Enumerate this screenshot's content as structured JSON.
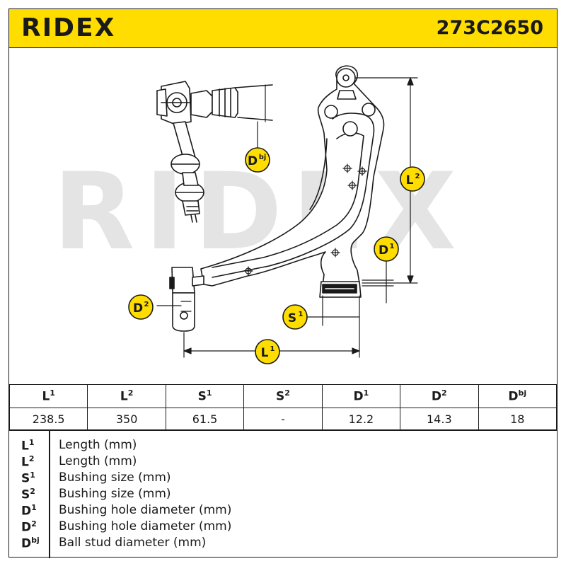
{
  "header": {
    "brand": "RIDEX",
    "part_number": "273C2650"
  },
  "watermark": "RIDEX",
  "diagram": {
    "badges": {
      "dbj": {
        "base": "D",
        "sup": "bj"
      },
      "l2": {
        "base": "L",
        "sup": "2"
      },
      "d1": {
        "base": "D",
        "sup": "1"
      },
      "d2": {
        "base": "D",
        "sup": "2"
      },
      "s1": {
        "base": "S",
        "sup": "1"
      },
      "l1": {
        "base": "L",
        "sup": "1"
      }
    },
    "colors": {
      "badge_fill": "#ffdd00",
      "badge_stroke": "#1a1a1a",
      "line": "#1a1a1a"
    }
  },
  "table": {
    "headers": [
      {
        "base": "L",
        "sup": "1"
      },
      {
        "base": "L",
        "sup": "2"
      },
      {
        "base": "S",
        "sup": "1"
      },
      {
        "base": "S",
        "sup": "2"
      },
      {
        "base": "D",
        "sup": "1"
      },
      {
        "base": "D",
        "sup": "2"
      },
      {
        "base": "D",
        "sup": "bj"
      }
    ],
    "values": [
      "238.5",
      "350",
      "61.5",
      "-",
      "12.2",
      "14.3",
      "18"
    ]
  },
  "legend": [
    {
      "base": "L",
      "sup": "1",
      "desc": "Length (mm)"
    },
    {
      "base": "L",
      "sup": "2",
      "desc": "Length (mm)"
    },
    {
      "base": "S",
      "sup": "1",
      "desc": "Bushing size (mm)"
    },
    {
      "base": "S",
      "sup": "2",
      "desc": "Bushing size (mm)"
    },
    {
      "base": "D",
      "sup": "1",
      "desc": "Bushing hole diameter (mm)"
    },
    {
      "base": "D",
      "sup": "2",
      "desc": "Bushing hole diameter (mm)"
    },
    {
      "base": "D",
      "sup": "bj",
      "desc": "Ball stud diameter (mm)"
    }
  ]
}
